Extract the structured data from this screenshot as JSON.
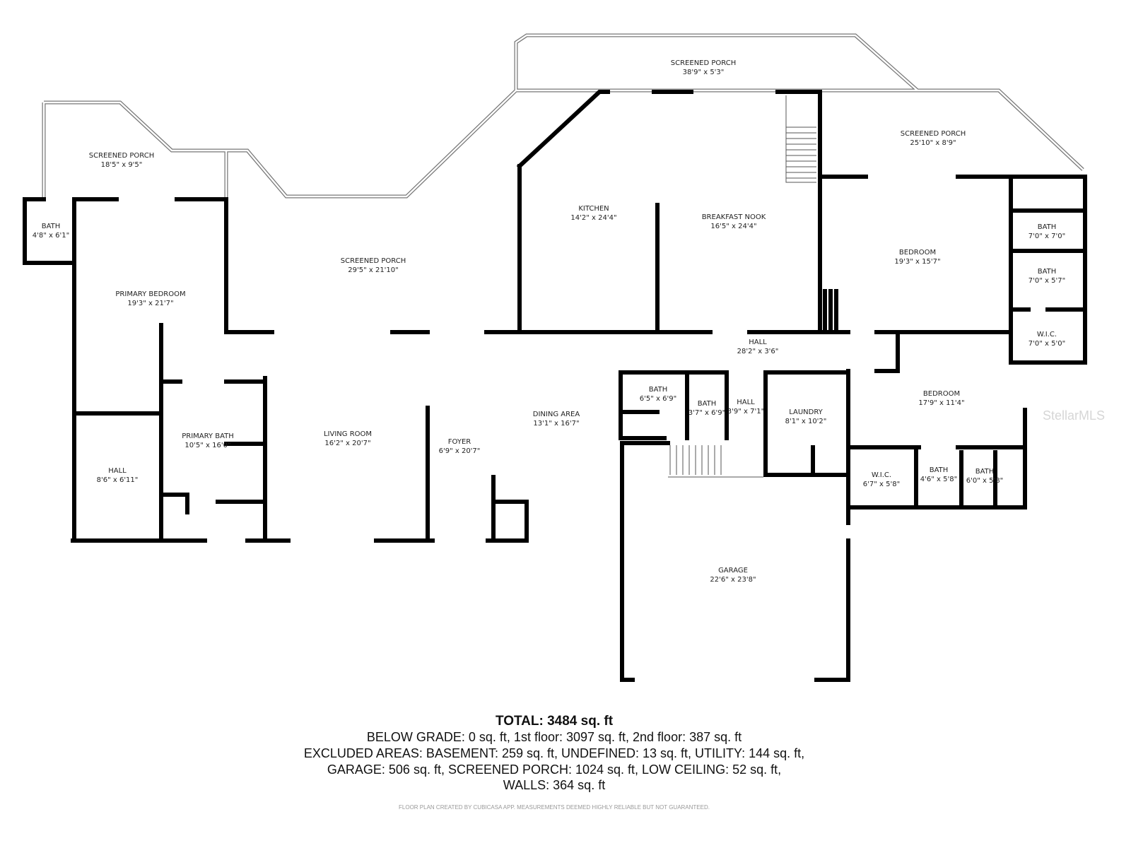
{
  "rooms": [
    {
      "name": "SCREENED PORCH",
      "dims": "38'9\" x 5'3\""
    },
    {
      "name": "SCREENED PORCH",
      "dims": "18'5\" x 9'5\""
    },
    {
      "name": "SCREENED PORCH",
      "dims": "25'10\" x 8'9\""
    },
    {
      "name": "BATH",
      "dims": "4'8\" x 6'1\""
    },
    {
      "name": "KITCHEN",
      "dims": "14'2\" x 24'4\""
    },
    {
      "name": "BREAKFAST NOOK",
      "dims": "16'5\" x 24'4\""
    },
    {
      "name": "SCREENED PORCH",
      "dims": "29'5\" x 21'10\""
    },
    {
      "name": "PRIMARY BEDROOM",
      "dims": "19'3\" x 21'7\""
    },
    {
      "name": "BEDROOM",
      "dims": "19'3\" x 15'7\""
    },
    {
      "name": "BATH",
      "dims": "7'0\" x 7'0\""
    },
    {
      "name": "BATH",
      "dims": "7'0\" x 5'7\""
    },
    {
      "name": "W.I.C.",
      "dims": "7'0\" x 5'0\""
    },
    {
      "name": "HALL",
      "dims": "28'2\" x 3'6\""
    },
    {
      "name": "BATH",
      "dims": "6'5\" x 6'9\""
    },
    {
      "name": "BATH",
      "dims": "3'7\" x 6'9\""
    },
    {
      "name": "HALL",
      "dims": "3'9\" x 7'1\""
    },
    {
      "name": "LAUNDRY",
      "dims": "8'1\" x 10'2\""
    },
    {
      "name": "BEDROOM",
      "dims": "17'9\" x 11'4\""
    },
    {
      "name": "DINING AREA",
      "dims": "13'1\" x 16'7\""
    },
    {
      "name": "LIVING ROOM",
      "dims": "16'2\" x 20'7\""
    },
    {
      "name": "FOYER",
      "dims": "6'9\" x 20'7\""
    },
    {
      "name": "PRIMARY BATH",
      "dims": "10'5\" x 16'0\""
    },
    {
      "name": "HALL",
      "dims": "8'6\" x 6'11\""
    },
    {
      "name": "W.I.C.",
      "dims": "6'7\" x 5'8\""
    },
    {
      "name": "BATH",
      "dims": "4'6\" x 5'8\""
    },
    {
      "name": "BATH",
      "dims": "6'0\" x 5'8\""
    },
    {
      "name": "GARAGE",
      "dims": "22'6\" x 23'8\""
    }
  ],
  "summary": {
    "total": "TOTAL: 3484 sq. ft",
    "line1": "BELOW GRADE: 0 sq. ft, 1st floor: 3097 sq. ft, 2nd floor: 387 sq. ft",
    "line2": "EXCLUDED AREAS: BASEMENT: 259 sq. ft, UNDEFINED: 13 sq. ft, UTILITY: 144 sq. ft,",
    "line3": "GARAGE: 506 sq. ft, SCREENED PORCH: 1024 sq. ft, LOW CEILING: 52 sq. ft,",
    "line4": "WALLS: 364 sq. ft"
  },
  "credit": "FLOOR PLAN CREATED BY CUBICASA APP. MEASUREMENTS DEEMED HIGHLY RELIABLE BUT NOT GUARANTEED.",
  "watermark": "StellarMLS",
  "colors": {
    "wall": "#000000",
    "screen": "#888888",
    "text": "#222222"
  }
}
